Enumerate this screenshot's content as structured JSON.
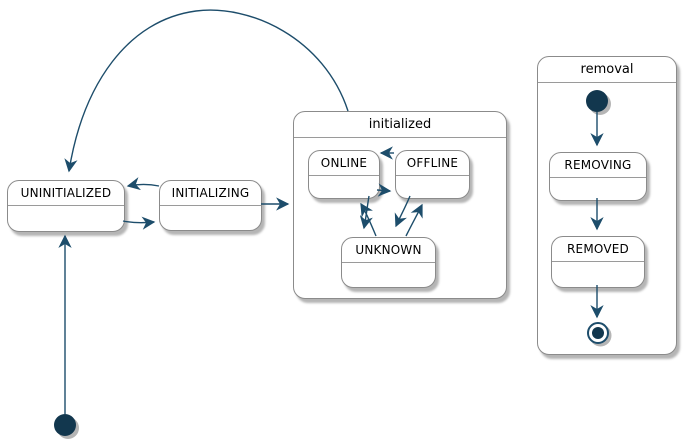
{
  "diagram": {
    "type": "state-machine",
    "tool_style": "plantuml",
    "labels": {
      "uninitialized": "UNINITIALIZED",
      "initializing": "INITIALIZING",
      "initialized": "initialized",
      "online": "ONLINE",
      "offline": "OFFLINE",
      "unknown": "UNKNOWN",
      "removal": "removal",
      "removing": "REMOVING",
      "removed": "REMOVED"
    },
    "composites": [
      {
        "name": "initialized",
        "children": [
          "ONLINE",
          "OFFLINE",
          "UNKNOWN"
        ]
      },
      {
        "name": "removal",
        "children": [
          "initial",
          "REMOVING",
          "REMOVED",
          "final"
        ]
      }
    ],
    "transitions": [
      {
        "from": "initial",
        "to": "UNINITIALIZED"
      },
      {
        "from": "UNINITIALIZED",
        "to": "INITIALIZING"
      },
      {
        "from": "INITIALIZING",
        "to": "UNINITIALIZED"
      },
      {
        "from": "INITIALIZING",
        "to": "initialized"
      },
      {
        "from": "initialized",
        "to": "UNINITIALIZED"
      },
      {
        "from": "OFFLINE",
        "to": "ONLINE"
      },
      {
        "from": "ONLINE",
        "to": "OFFLINE"
      },
      {
        "from": "ONLINE",
        "to": "UNKNOWN"
      },
      {
        "from": "UNKNOWN",
        "to": "ONLINE"
      },
      {
        "from": "OFFLINE",
        "to": "UNKNOWN"
      },
      {
        "from": "UNKNOWN",
        "to": "OFFLINE"
      },
      {
        "from": "removal.initial",
        "to": "REMOVING"
      },
      {
        "from": "REMOVING",
        "to": "REMOVED"
      },
      {
        "from": "REMOVED",
        "to": "removal.final"
      }
    ],
    "colors": {
      "arrow": "#1d4d6b",
      "pseudostate_fill": "#12374e",
      "state_border": "#8b8b8b",
      "state_fill": "#ffffff",
      "text": "#000000",
      "background": "#ffffff"
    }
  }
}
